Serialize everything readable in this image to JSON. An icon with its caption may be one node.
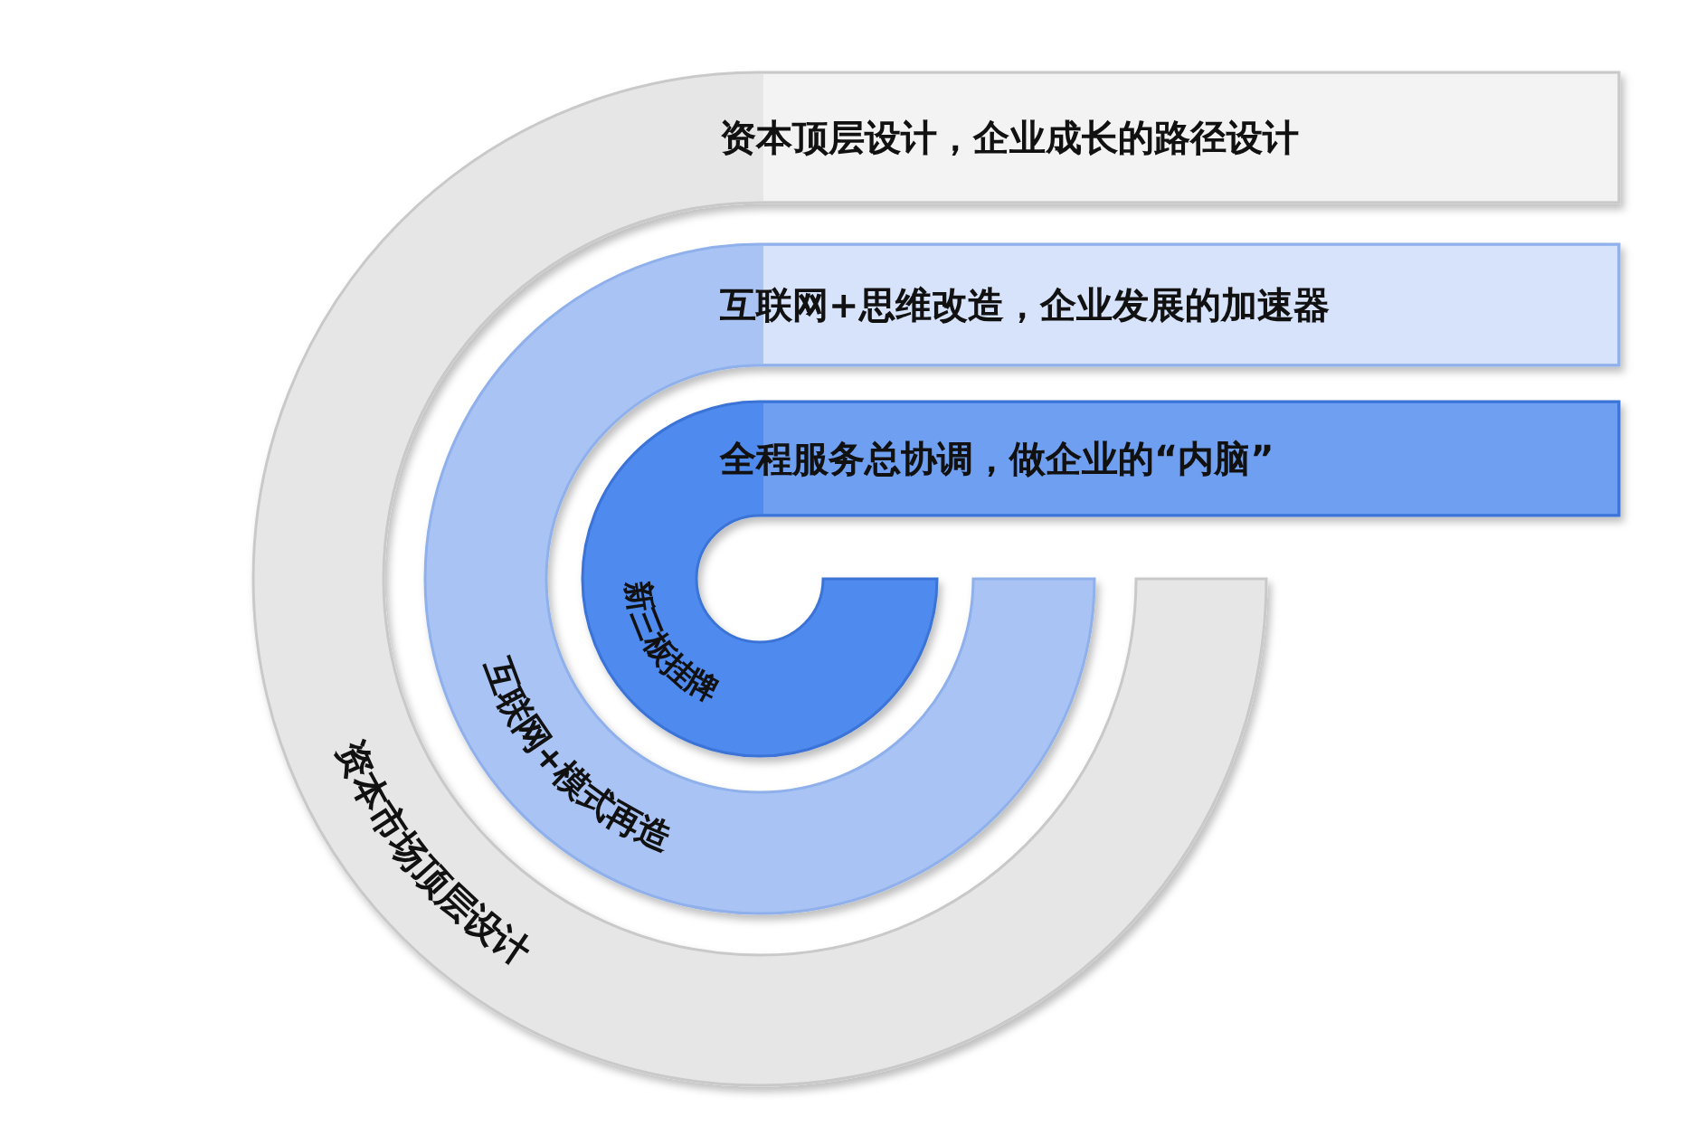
{
  "diagram": {
    "nodes": [
      {
        "text": [
          "资本顶层设计，企业成长的路径设计",
          "资本市场顶层设计"
        ]
      },
      {
        "text": [
          "互联网+思维改造，企业发展的加速器",
          "互联网+模式再造"
        ]
      },
      {
        "text": [
          "全程服务总协调，做企业的“内脑”",
          "新三板挂牌"
        ]
      }
    ]
  }
}
